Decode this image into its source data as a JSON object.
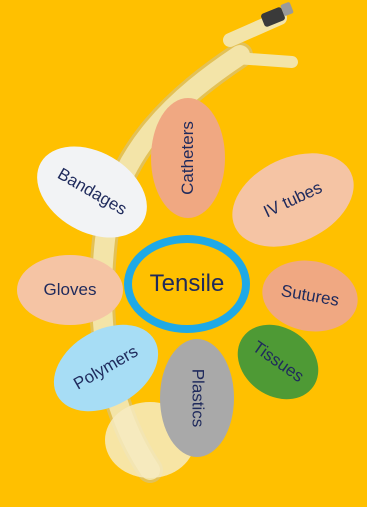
{
  "colors": {
    "background": "#FFC000",
    "hub_fill": "#FFC000",
    "hub_ring": "#1FA9E6",
    "text": "#1F2A5C",
    "catheter": "#F3E4A8",
    "catheter_shadow": "#D7C27A"
  },
  "center": {
    "label": "Tensile"
  },
  "petals": [
    {
      "id": "catheters",
      "label": "Catheters",
      "color": "#F0A882"
    },
    {
      "id": "iv-tubes",
      "label": "IV tubes",
      "color": "#F5C4A4"
    },
    {
      "id": "sutures",
      "label": "Sutures",
      "color": "#F0A882"
    },
    {
      "id": "tissues",
      "label": "Tissues",
      "color": "#4E9A35"
    },
    {
      "id": "plastics",
      "label": "Plastics",
      "color": "#A9A9A9"
    },
    {
      "id": "polymers",
      "label": "Polymers",
      "color": "#A7DDF5"
    },
    {
      "id": "gloves",
      "label": "Gloves",
      "color": "#F5C4A4"
    },
    {
      "id": "bandages",
      "label": "Bandages",
      "color": "#F2F3F5"
    }
  ]
}
